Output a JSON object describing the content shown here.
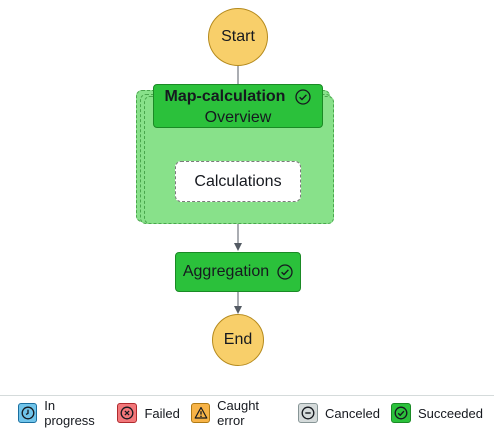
{
  "diagram": {
    "start_label": "Start",
    "end_label": "End",
    "map_state": {
      "title": "Map-calculation",
      "subtitle": "Overview",
      "status_icon": "check-circle-icon"
    },
    "calculations_label": "Calculations",
    "aggregation": {
      "label": "Aggregation",
      "status_icon": "check-circle-icon"
    },
    "colors": {
      "terminal_fill": "#f8cf6a",
      "succeeded_fill": "#2bc13b",
      "map_shadow_fill": "#88e18a",
      "edge": "#545b64"
    }
  },
  "legend": {
    "items": [
      {
        "label": "In progress",
        "icon": "clock-icon",
        "color": "#70c4ea"
      },
      {
        "label": "Failed",
        "icon": "x-circle-icon",
        "color": "#f2777a"
      },
      {
        "label": "Caught error",
        "icon": "warning-icon",
        "color": "#f7b347"
      },
      {
        "label": "Canceled",
        "icon": "minus-circle-icon",
        "color": "#d5dbdb"
      },
      {
        "label": "Succeeded",
        "icon": "check-circle-icon",
        "color": "#2bc13b"
      }
    ]
  }
}
